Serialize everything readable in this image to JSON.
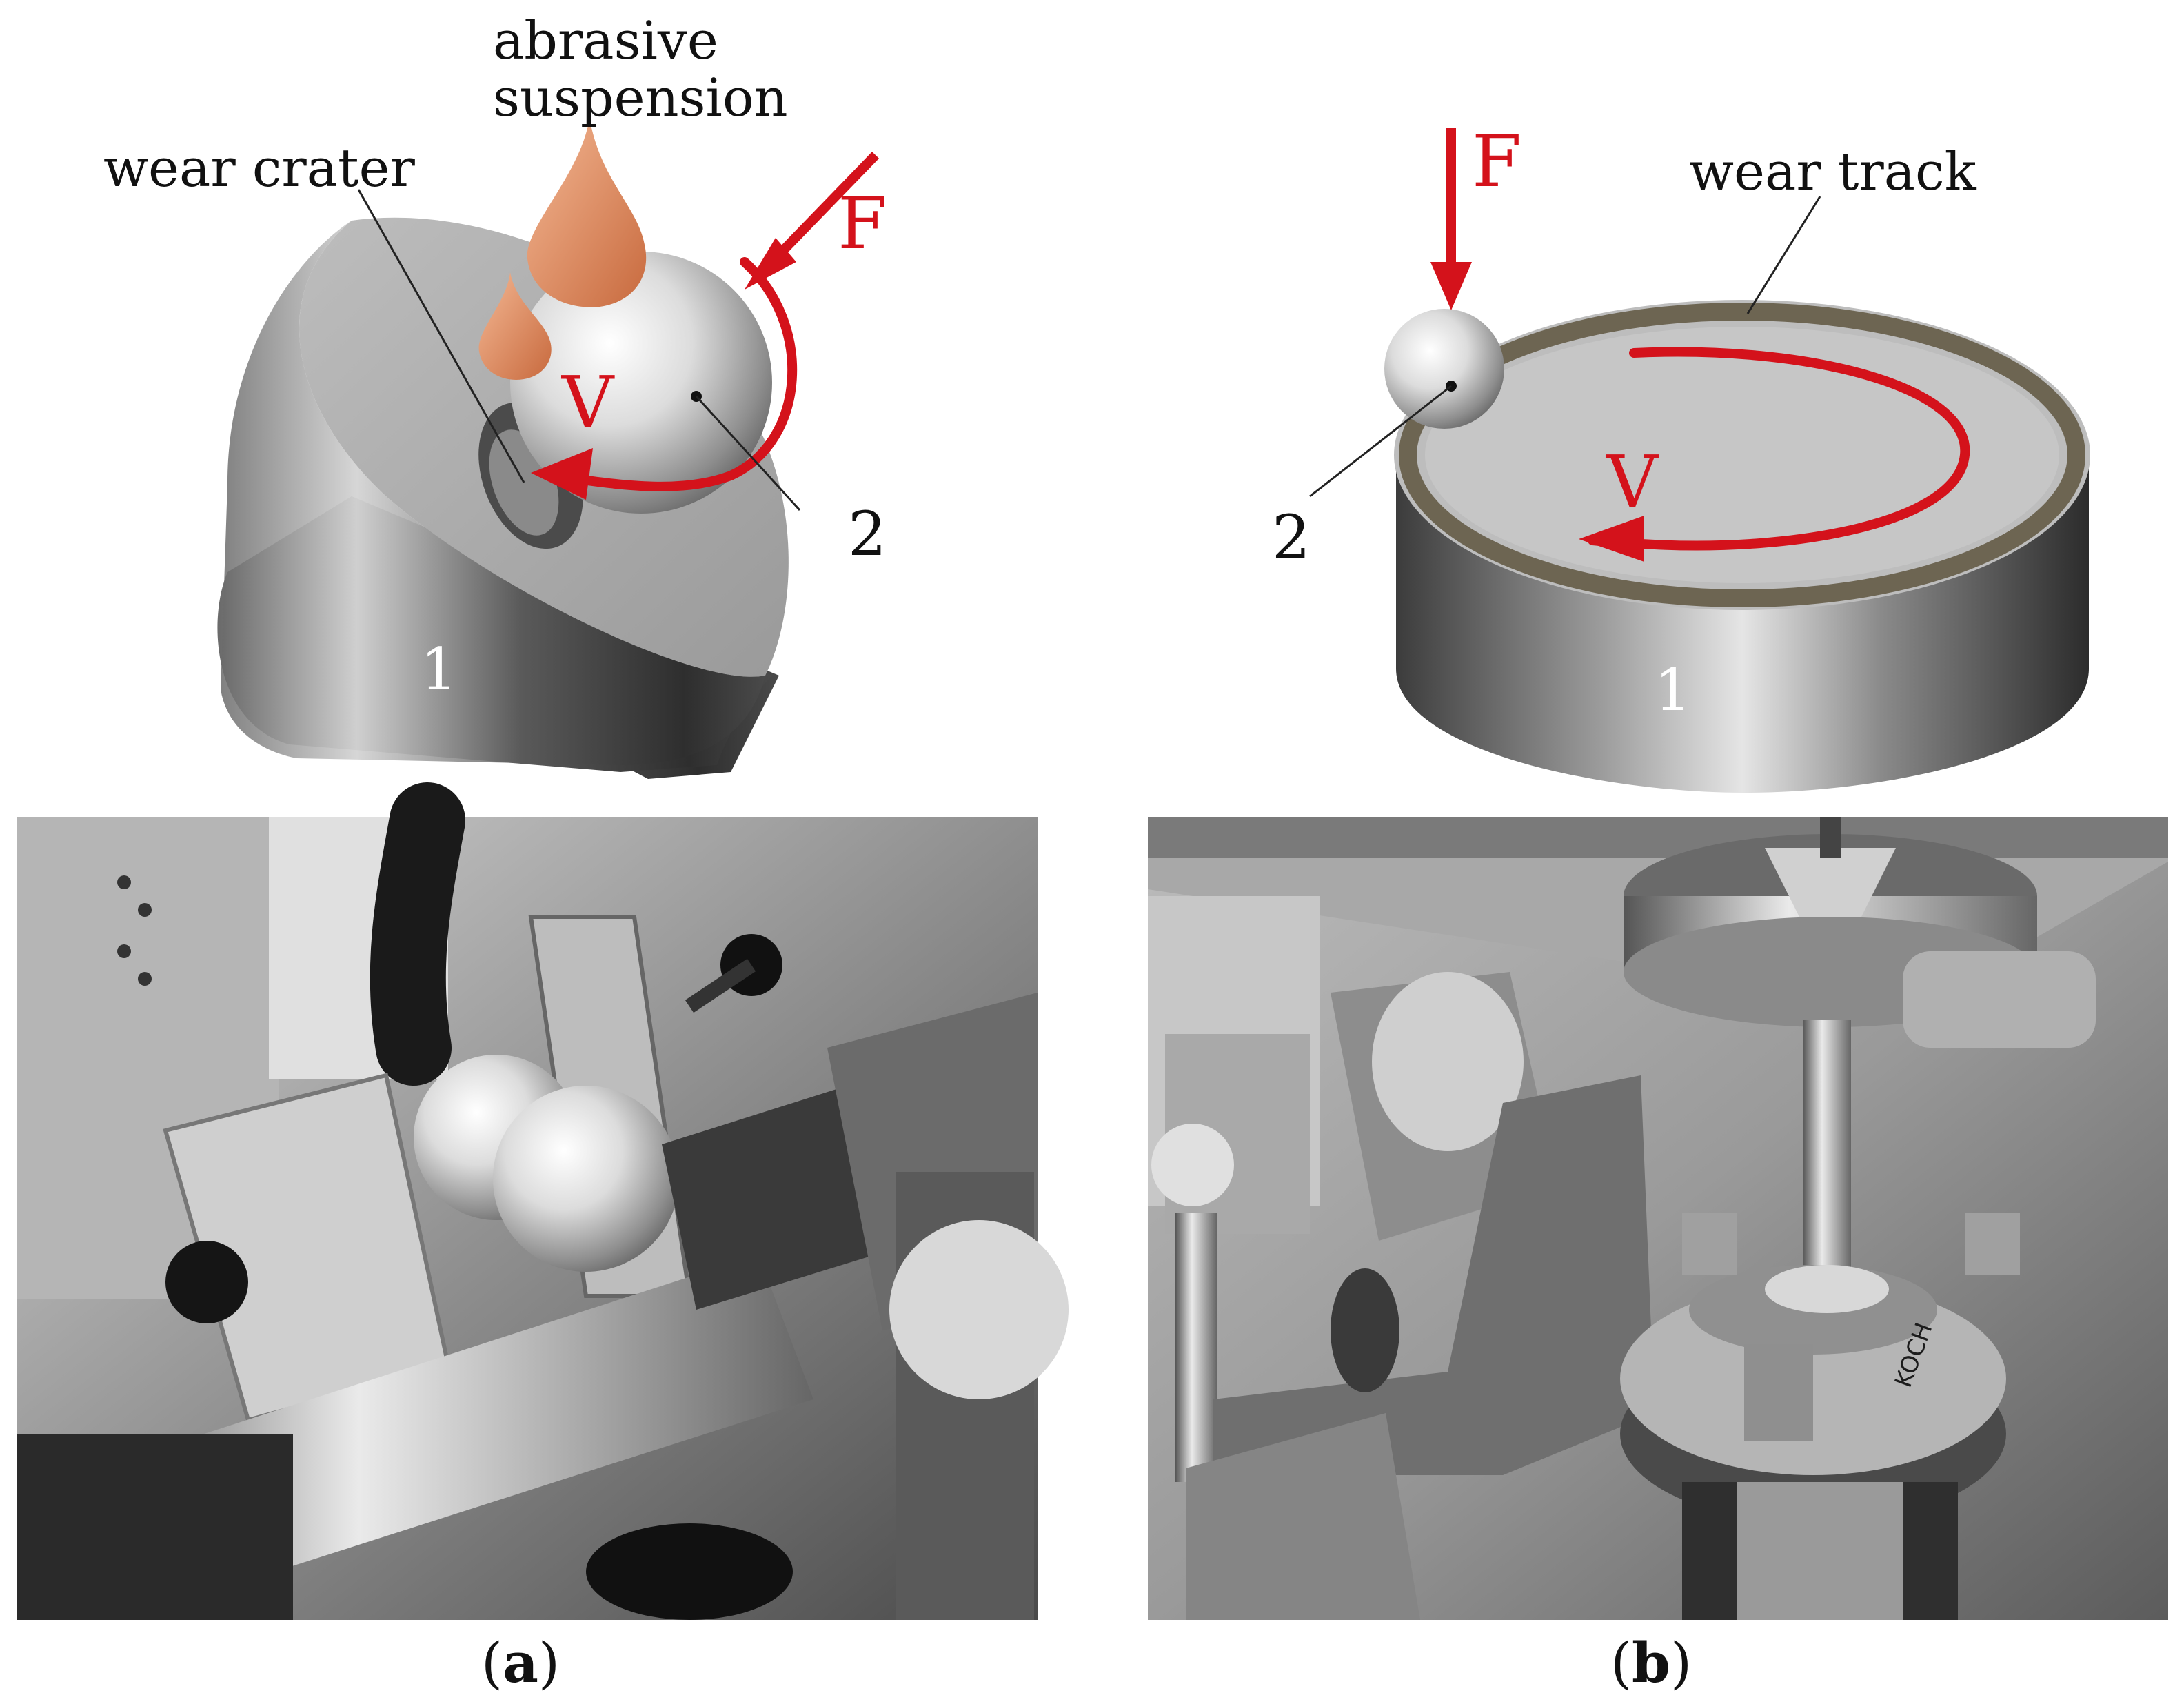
{
  "panel_a": {
    "labels": {
      "abrasive_line1": "abrasive",
      "abrasive_line2": "suspension",
      "wear_crater": "wear crater",
      "force": "F",
      "velocity": "V",
      "part1": "1",
      "part2": "2"
    },
    "caption_open": "(",
    "caption_letter": "a",
    "caption_close": ")"
  },
  "panel_b": {
    "labels": {
      "force": "F",
      "wear_track": "wear track",
      "velocity": "V",
      "part1": "1",
      "part2": "2"
    },
    "caption_open": "(",
    "caption_letter": "b",
    "caption_close": ")",
    "photo_text": "KOCH"
  },
  "colors": {
    "accent_red": "#d4121b",
    "droplet": "#e8936a",
    "metal_dark": "#3a3a3a",
    "metal_light": "#c9c9c9",
    "wear_track": "#6d6552"
  }
}
